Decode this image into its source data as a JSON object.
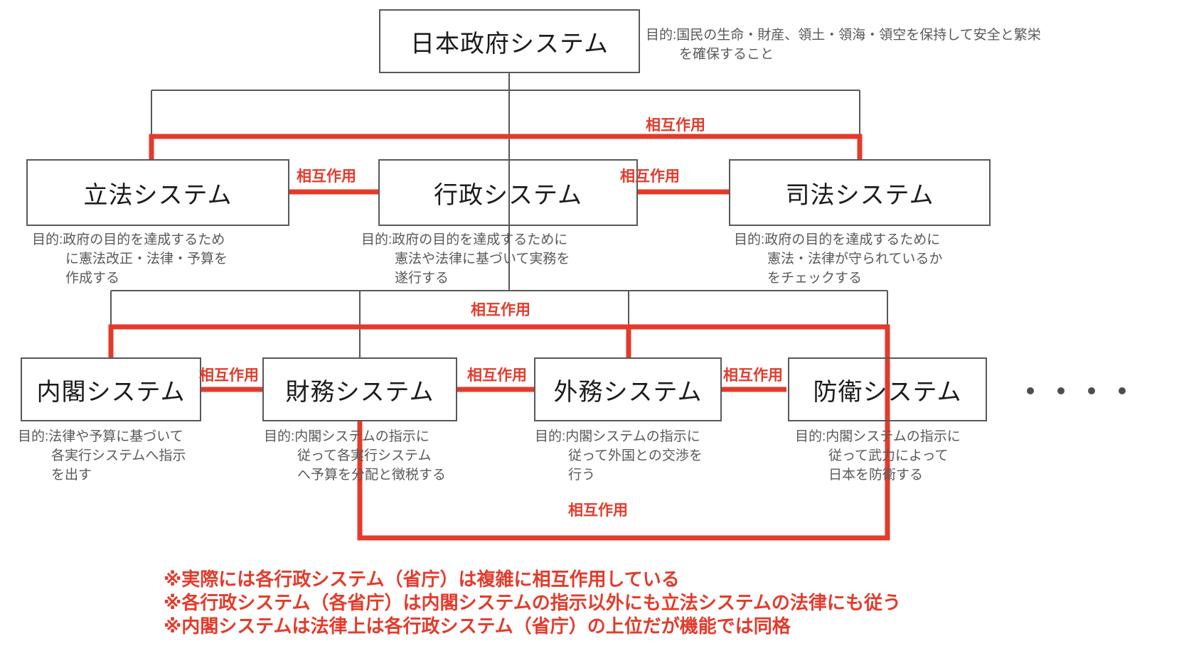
{
  "root": {
    "label": "日本政府システム",
    "purpose": [
      "目的:国民の生命・財産、領土・領海・領空を保持して安全と繁栄",
      "を確保すること"
    ]
  },
  "tier1": [
    {
      "label": "立法システム",
      "purpose": [
        "目的:政府の目的を達成するため",
        "に憲法改正・法律・予算を",
        "作成する"
      ]
    },
    {
      "label": "行政システム",
      "purpose": [
        "目的:政府の目的を達成するために",
        "憲法や法律に基づいて実務を",
        "遂行する"
      ]
    },
    {
      "label": "司法システム",
      "purpose": [
        "目的:政府の目的を達成するために",
        "憲法・法律が守られているか",
        "をチェックする"
      ]
    }
  ],
  "tier2": [
    {
      "label": "内閣システム",
      "purpose": [
        "目的:法律や予算に基づいて",
        "各実行システムへ指示",
        "を出す"
      ]
    },
    {
      "label": "財務システム",
      "purpose": [
        "目的:内閣システムの指示に",
        "従って各実行システム",
        "へ予算を分配と徴税する"
      ]
    },
    {
      "label": "外務システム",
      "purpose": [
        "目的:内閣システムの指示に",
        "従って外国との交渉を",
        "行う"
      ]
    },
    {
      "label": "防衛システム",
      "purpose": [
        "目的:内閣システムの指示に",
        "従って武力によって",
        "日本を防衛する"
      ]
    }
  ],
  "interaction_label": "相互作用",
  "ellipsis_dots": 4,
  "notes": [
    "※実際には各行政システム（省庁）は複雑に相互作用している",
    "※各行政システム（各省庁）は内閣システムの指示以外にも立法システムの法律にも従う",
    "※内閣システムは法律上は各行政システム（省庁）の上位だが機能では同格"
  ],
  "colors": {
    "accent_red": "#E33B2B",
    "line_gray": "#57585A",
    "text_gray": "#58595B",
    "box_text": "#1B1B1B"
  }
}
